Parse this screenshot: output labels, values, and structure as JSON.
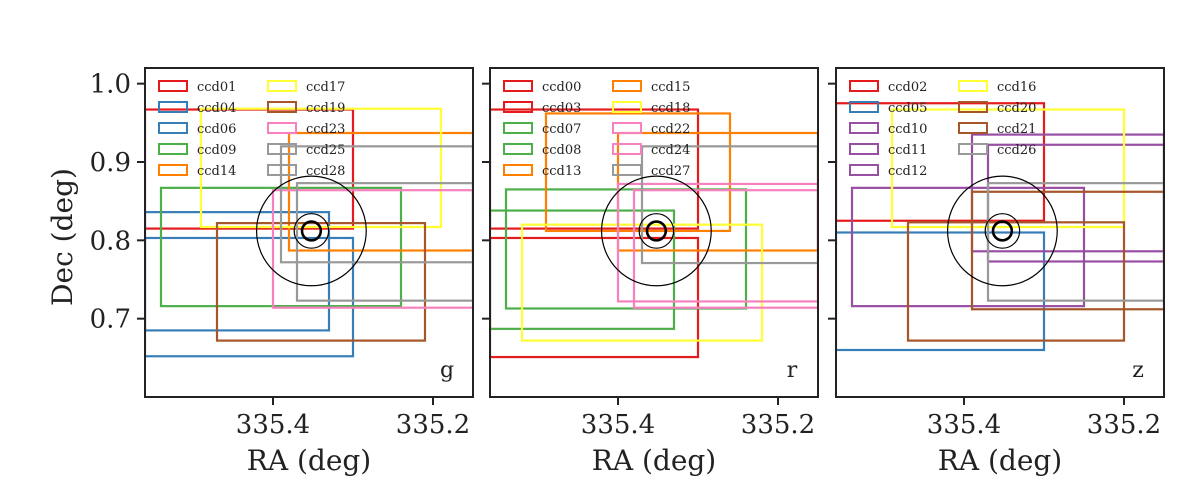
{
  "chart_data": {
    "type": "rectangles",
    "ylabel": "Dec (deg)",
    "ylim": [
      0.6,
      1.02
    ],
    "yticks": [
      0.7,
      0.8,
      0.9,
      1.0
    ],
    "ytick_labels": [
      "0.7",
      "0.8",
      "0.9",
      "1.0"
    ],
    "target": {
      "ra": 335.352,
      "dec": 0.812,
      "circle_radii_deg": [
        0.07,
        0.022,
        0.012
      ]
    },
    "panels": [
      {
        "band": "g",
        "xlabel": "RA (deg)",
        "xlim": [
          335.56,
          335.15
        ],
        "xticks": [
          335.4,
          335.2
        ],
        "xtick_labels": [
          "335.4",
          "335.2"
        ],
        "legend": [
          "ccd01",
          "ccd04",
          "ccd06",
          "ccd09",
          "ccd14",
          "ccd17",
          "ccd19",
          "ccd23",
          "ccd25",
          "ccd28"
        ],
        "ccds": [
          {
            "name": "ccd01",
            "color": "#e41a1c",
            "ra": [
              335.3,
              335.56
            ],
            "dec": [
              0.815,
              0.967
            ]
          },
          {
            "name": "ccd04",
            "color": "#377eb8",
            "ra": [
              335.33,
              335.56
            ],
            "dec": [
              0.685,
              0.836
            ]
          },
          {
            "name": "ccd06",
            "color": "#377eb8",
            "ra": [
              335.3,
              335.56
            ],
            "dec": [
              0.652,
              0.803
            ]
          },
          {
            "name": "ccd09",
            "color": "#4daf4a",
            "ra": [
              335.24,
              335.54
            ],
            "dec": [
              0.716,
              0.867
            ]
          },
          {
            "name": "ccd14",
            "color": "#ff7f00",
            "ra": [
              335.15,
              335.38
            ],
            "dec": [
              0.787,
              0.937
            ]
          },
          {
            "name": "ccd17",
            "color": "#ffff33",
            "ra": [
              335.19,
              335.49
            ],
            "dec": [
              0.817,
              0.968
            ]
          },
          {
            "name": "ccd19",
            "color": "#a65628",
            "ra": [
              335.21,
              335.47
            ],
            "dec": [
              0.672,
              0.822
            ]
          },
          {
            "name": "ccd23",
            "color": "#f781bf",
            "ra": [
              335.15,
              335.4
            ],
            "dec": [
              0.714,
              0.864
            ]
          },
          {
            "name": "ccd25",
            "color": "#999999",
            "ra": [
              335.15,
              335.39
            ],
            "dec": [
              0.772,
              0.92
            ]
          },
          {
            "name": "ccd28",
            "color": "#999999",
            "ra": [
              335.15,
              335.37
            ],
            "dec": [
              0.723,
              0.873
            ]
          }
        ]
      },
      {
        "band": "r",
        "xlabel": "RA (deg)",
        "xlim": [
          335.56,
          335.15
        ],
        "xticks": [
          335.4,
          335.2
        ],
        "xtick_labels": [
          "335.4",
          "335.2"
        ],
        "legend": [
          "ccd00",
          "ccd03",
          "ccd07",
          "ccd08",
          "ccd13",
          "ccd15",
          "ccd18",
          "ccd22",
          "ccd24",
          "ccd27"
        ],
        "ccds": [
          {
            "name": "ccd00",
            "color": "#e41a1c",
            "ra": [
              335.3,
              335.56
            ],
            "dec": [
              0.651,
              0.803
            ]
          },
          {
            "name": "ccd03",
            "color": "#e41a1c",
            "ra": [
              335.3,
              335.56
            ],
            "dec": [
              0.815,
              0.967
            ]
          },
          {
            "name": "ccd07",
            "color": "#4daf4a",
            "ra": [
              335.33,
              335.56
            ],
            "dec": [
              0.687,
              0.838
            ]
          },
          {
            "name": "ccd08",
            "color": "#4daf4a",
            "ra": [
              335.24,
              335.54
            ],
            "dec": [
              0.713,
              0.865
            ]
          },
          {
            "name": "ccd13",
            "color": "#ff7f00",
            "ra": [
              335.26,
              335.49
            ],
            "dec": [
              0.812,
              0.962
            ]
          },
          {
            "name": "ccd15",
            "color": "#ff7f00",
            "ra": [
              335.15,
              335.4
            ],
            "dec": [
              0.787,
              0.937
            ]
          },
          {
            "name": "ccd18",
            "color": "#ffff33",
            "ra": [
              335.22,
              335.52
            ],
            "dec": [
              0.672,
              0.82
            ]
          },
          {
            "name": "ccd22",
            "color": "#f781bf",
            "ra": [
              335.15,
              335.38
            ],
            "dec": [
              0.714,
              0.864
            ]
          },
          {
            "name": "ccd24",
            "color": "#f781bf",
            "ra": [
              335.15,
              335.4
            ],
            "dec": [
              0.722,
              0.872
            ]
          },
          {
            "name": "ccd27",
            "color": "#999999",
            "ra": [
              335.15,
              335.37
            ],
            "dec": [
              0.771,
              0.92
            ]
          }
        ]
      },
      {
        "band": "z",
        "xlabel": "RA (deg)",
        "xlim": [
          335.56,
          335.15
        ],
        "xticks": [
          335.4,
          335.2
        ],
        "xtick_labels": [
          "335.4",
          "335.2"
        ],
        "legend": [
          "ccd02",
          "ccd05",
          "ccd10",
          "ccd11",
          "ccd12",
          "ccd16",
          "ccd20",
          "ccd21",
          "ccd26"
        ],
        "ccds": [
          {
            "name": "ccd02",
            "color": "#e41a1c",
            "ra": [
              335.3,
              335.56
            ],
            "dec": [
              0.825,
              0.975
            ]
          },
          {
            "name": "ccd05",
            "color": "#377eb8",
            "ra": [
              335.3,
              335.56
            ],
            "dec": [
              0.66,
              0.81
            ]
          },
          {
            "name": "ccd10",
            "color": "#984ea3",
            "ra": [
              335.15,
              335.37
            ],
            "dec": [
              0.773,
              0.922
            ]
          },
          {
            "name": "ccd11",
            "color": "#984ea3",
            "ra": [
              335.25,
              335.54
            ],
            "dec": [
              0.716,
              0.867
            ]
          },
          {
            "name": "ccd12",
            "color": "#984ea3",
            "ra": [
              335.15,
              335.39
            ],
            "dec": [
              0.786,
              0.935
            ]
          },
          {
            "name": "ccd16",
            "color": "#ffff33",
            "ra": [
              335.2,
              335.49
            ],
            "dec": [
              0.817,
              0.967
            ]
          },
          {
            "name": "ccd20",
            "color": "#a65628",
            "ra": [
              335.2,
              335.47
            ],
            "dec": [
              0.672,
              0.823
            ]
          },
          {
            "name": "ccd21",
            "color": "#a65628",
            "ra": [
              335.15,
              335.39
            ],
            "dec": [
              0.712,
              0.862
            ]
          },
          {
            "name": "ccd26",
            "color": "#999999",
            "ra": [
              335.15,
              335.37
            ],
            "dec": [
              0.723,
              0.873
            ]
          }
        ]
      }
    ]
  }
}
